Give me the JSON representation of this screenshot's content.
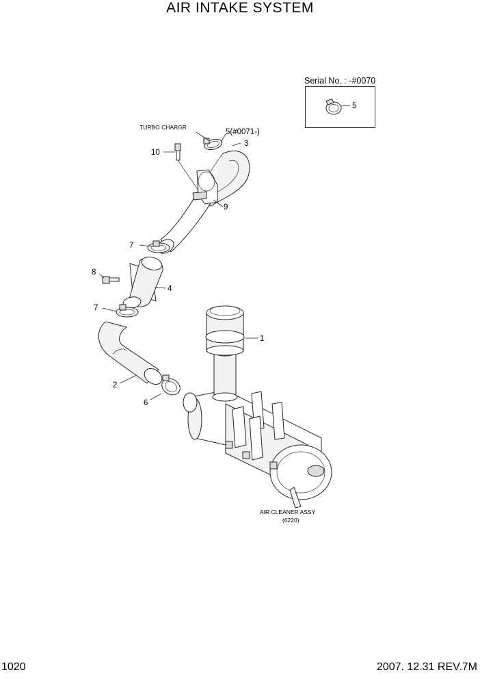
{
  "title": "AIR INTAKE SYSTEM",
  "serial_label": "Serial No. : -#0070",
  "inset_callout": "5",
  "captions": {
    "turbo": "TURBO CHARGR",
    "air_cleaner": "AIR CLEANER ASSY",
    "air_cleaner_ref": "(6220)"
  },
  "callouts": {
    "p1": "1",
    "p2": "2",
    "p3": "3",
    "p4": "4",
    "p5_upper": "5(#0071-)",
    "p6": "6",
    "p7_upper": "7",
    "p7_lower": "7",
    "p8": "8",
    "p9": "9",
    "p10": "10"
  },
  "footer": {
    "page_number": "1020",
    "revision": "2007. 12.31  REV.7M"
  }
}
